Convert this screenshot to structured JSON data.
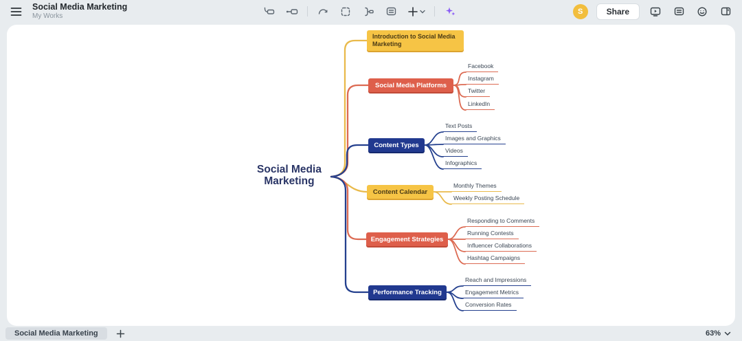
{
  "header": {
    "title": "Social Media Marketing",
    "subtitle": "My Works",
    "avatar_initial": "S",
    "share_label": "Share",
    "toolbar_icon_names": [
      "sibling-topic",
      "subtopic",
      "relationship",
      "boundary",
      "summary",
      "notes",
      "add-node",
      "ai-assistant"
    ],
    "action_icon_names": [
      "present",
      "comments",
      "reactions",
      "side-panel"
    ],
    "accent_color": "#8A5CF5",
    "avatar_color": "#F2BE3D"
  },
  "mindmap": {
    "central_topic": "Social Media Marketing",
    "themes": {
      "yellow": {
        "bg": "#F6C445",
        "text": "#4A3A15",
        "line": "#E9BA4B",
        "shadow": "#DCA32F"
      },
      "coral": {
        "bg": "#DE5F4B",
        "text": "#FFFFFF",
        "line": "#DC6A52",
        "shadow": "#C04A37"
      },
      "navy": {
        "bg": "#21398F",
        "text": "#FFFFFF",
        "line": "#24408E",
        "shadow": "#15296E"
      }
    },
    "branches": [
      {
        "label": "Introduction to Social Media Marketing",
        "theme": "yellow",
        "children": []
      },
      {
        "label": "Social Media Platforms",
        "theme": "coral",
        "children": [
          "Facebook",
          "Instagram",
          "Twitter",
          "LinkedIn"
        ]
      },
      {
        "label": "Content Types",
        "theme": "navy",
        "children": [
          "Text Posts",
          "Images and Graphics",
          "Videos",
          "Infographics"
        ]
      },
      {
        "label": "Content Calendar",
        "theme": "yellow",
        "children": [
          "Monthly Themes",
          "Weekly Posting Schedule"
        ]
      },
      {
        "label": "Engagement Strategies",
        "theme": "coral",
        "children": [
          "Responding to Comments",
          "Running Contests",
          "Influencer Collaborations",
          "Hashtag Campaigns"
        ]
      },
      {
        "label": "Performance Tracking",
        "theme": "navy",
        "children": [
          "Reach and Impressions",
          "Engagement Metrics",
          "Conversion Rates"
        ]
      }
    ]
  },
  "footer": {
    "tab_label": "Social Media Marketing",
    "zoom_level": "63%"
  }
}
